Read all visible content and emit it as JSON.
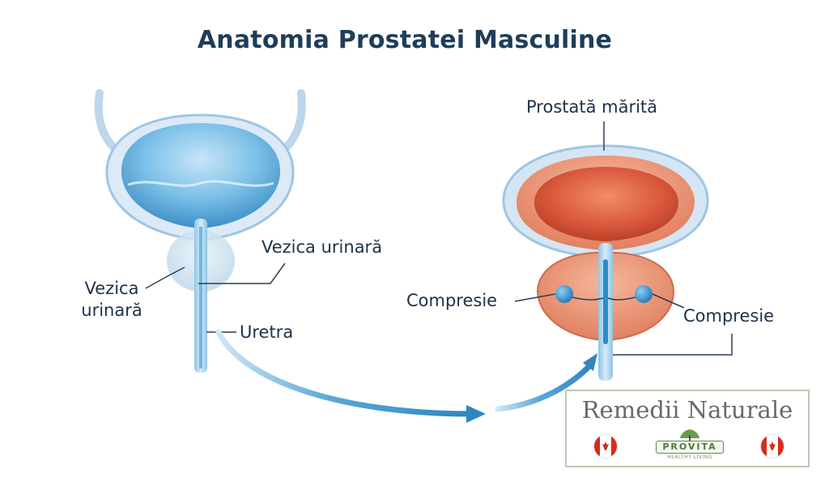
{
  "title": "Anatomia Prostatei Masculine",
  "labels": {
    "left_bladder_upper": "Vezica urinară",
    "left_bladder_lower": "Vezica\nurinară",
    "urethra": "Uretra",
    "enlarged_prostate": "Prostată mărită",
    "compression_left": "Compresie",
    "compression_right": "Compresie"
  },
  "watermark": {
    "title": "Remedii Naturale",
    "logo_word": "PROVITA",
    "logo_tagline": "HEALTHY LIVING"
  },
  "colors": {
    "title": "#1f3d5a",
    "bladder_outline": "#bcd6ec",
    "bladder_fluid": "#7cc0e8",
    "prostate_tissue": "#e2795d",
    "prostate_inner": "#c8432c",
    "arrow": "#3f94c8",
    "node": "#2c8ccd"
  }
}
